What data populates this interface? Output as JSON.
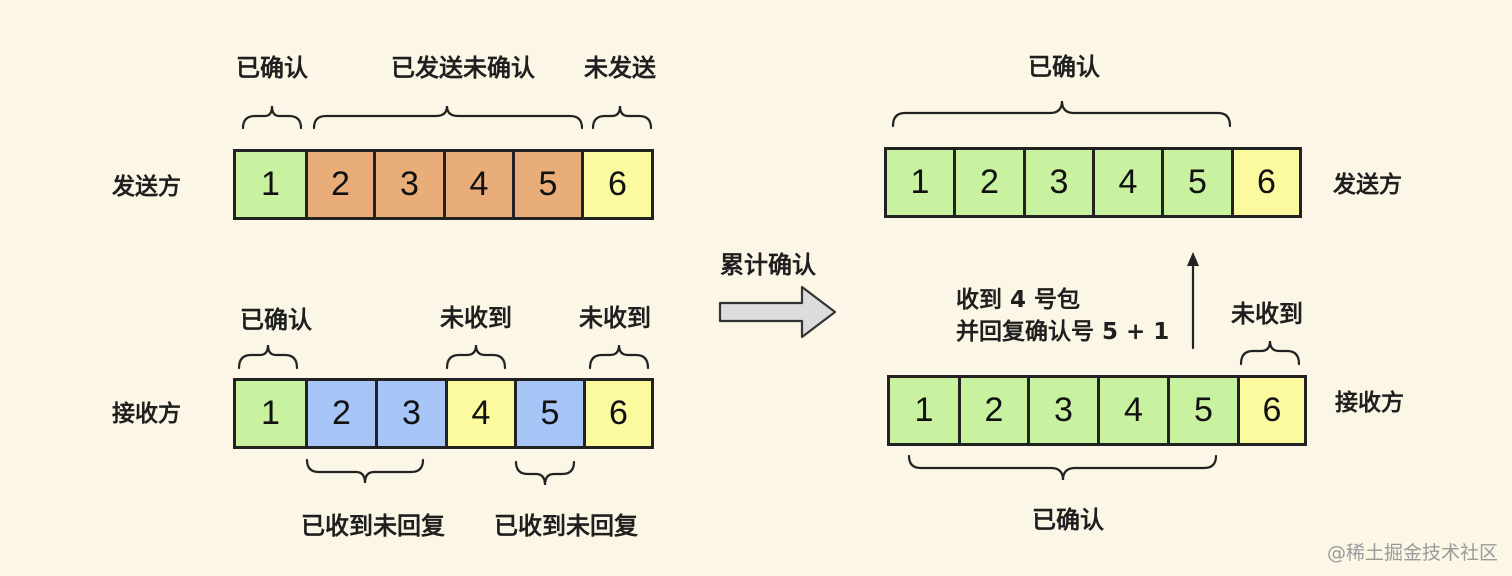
{
  "colors": {
    "background": "#fbf6e6",
    "confirmed_green": "#c8f2a0",
    "sent_unconfirmed_orange": "#e8ad78",
    "unsent_yellow": "#fbfa9e",
    "received_blue": "#a7c6f7"
  },
  "left": {
    "sender": {
      "side_label": "发送方",
      "labels": {
        "confirmed": "已确认",
        "sent_unconfirmed": "已发送未确认",
        "unsent": "未发送"
      },
      "cells": [
        {
          "num": "1",
          "status": "confirmed_green"
        },
        {
          "num": "2",
          "status": "sent_unconfirmed_orange"
        },
        {
          "num": "3",
          "status": "sent_unconfirmed_orange"
        },
        {
          "num": "4",
          "status": "sent_unconfirmed_orange"
        },
        {
          "num": "5",
          "status": "sent_unconfirmed_orange"
        },
        {
          "num": "6",
          "status": "unsent_yellow"
        }
      ]
    },
    "receiver": {
      "side_label": "接收方",
      "labels": {
        "confirmed": "已确认",
        "not_received_a": "未收到",
        "not_received_b": "未收到",
        "received_no_reply_a": "已收到未回复",
        "received_no_reply_b": "已收到未回复"
      },
      "cells": [
        {
          "num": "1",
          "status": "confirmed_green"
        },
        {
          "num": "2",
          "status": "received_blue"
        },
        {
          "num": "3",
          "status": "received_blue"
        },
        {
          "num": "4",
          "status": "unsent_yellow"
        },
        {
          "num": "5",
          "status": "received_blue"
        },
        {
          "num": "6",
          "status": "unsent_yellow"
        }
      ]
    }
  },
  "arrow_label": "累计确认",
  "right": {
    "sender": {
      "side_label": "发送方",
      "labels": {
        "confirmed": "已确认"
      },
      "cells": [
        {
          "num": "1",
          "status": "confirmed_green"
        },
        {
          "num": "2",
          "status": "confirmed_green"
        },
        {
          "num": "3",
          "status": "confirmed_green"
        },
        {
          "num": "4",
          "status": "confirmed_green"
        },
        {
          "num": "5",
          "status": "confirmed_green"
        },
        {
          "num": "6",
          "status": "unsent_yellow"
        }
      ]
    },
    "ack_note": {
      "line1": "收到 4 号包",
      "line2": "并回复确认号 5 + 1"
    },
    "receiver": {
      "side_label": "接收方",
      "labels": {
        "confirmed": "已确认",
        "not_received": "未收到"
      },
      "cells": [
        {
          "num": "1",
          "status": "confirmed_green"
        },
        {
          "num": "2",
          "status": "confirmed_green"
        },
        {
          "num": "3",
          "status": "confirmed_green"
        },
        {
          "num": "4",
          "status": "confirmed_green"
        },
        {
          "num": "5",
          "status": "confirmed_green"
        },
        {
          "num": "6",
          "status": "unsent_yellow"
        }
      ]
    }
  },
  "watermark": "@稀土掘金技术社区"
}
